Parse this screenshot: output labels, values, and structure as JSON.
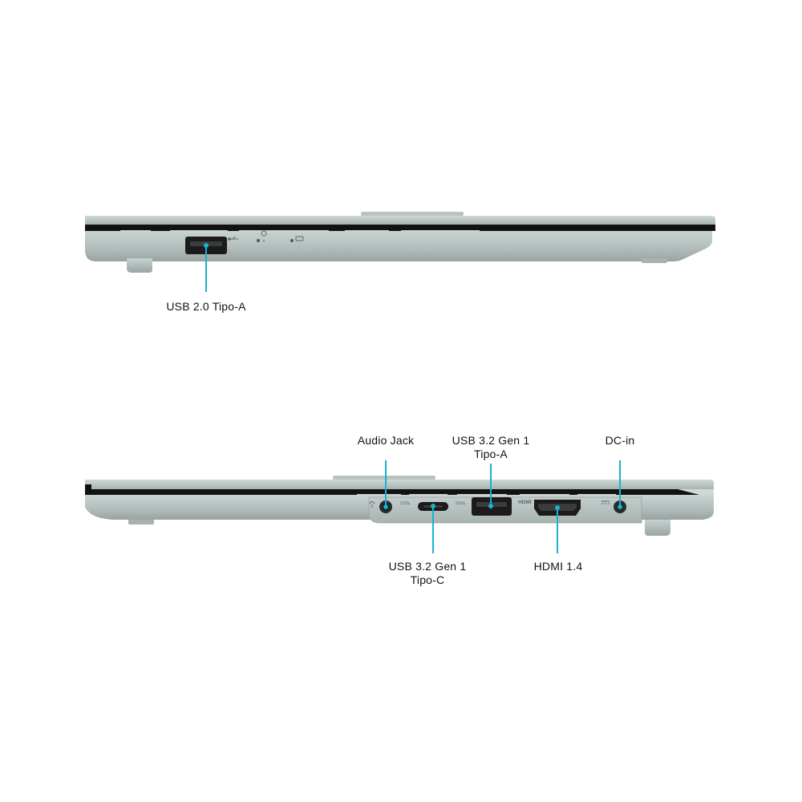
{
  "colors": {
    "accent": "#17b3cf",
    "chassis_light": "#c3cdcb",
    "chassis_mid": "#a9b5b3",
    "chassis_dark": "#8f9a98",
    "bezel_black": "#111111",
    "background": "#ffffff"
  },
  "left_side": {
    "ports": [
      {
        "label": "USB 2.0 Tipo-A"
      }
    ],
    "icons": [
      "usb-icon",
      "power-led-icon",
      "battery-led-icon"
    ]
  },
  "right_side": {
    "ports": [
      {
        "label_line1": "Audio Jack"
      },
      {
        "label_line1": "USB 3.2 Gen 1",
        "label_line2": "Tipo-A"
      },
      {
        "label_line1": "DC-in"
      },
      {
        "label_line1": "USB 3.2 Gen 1",
        "label_line2": "Tipo-C"
      },
      {
        "label_line1": "HDMI 1.4"
      }
    ],
    "port_markings": {
      "usbc": "SS⇆",
      "usba": "SS⇆",
      "hdmi": "HDMI"
    },
    "icons": [
      "headset-icon",
      "dc-power-icon"
    ]
  }
}
